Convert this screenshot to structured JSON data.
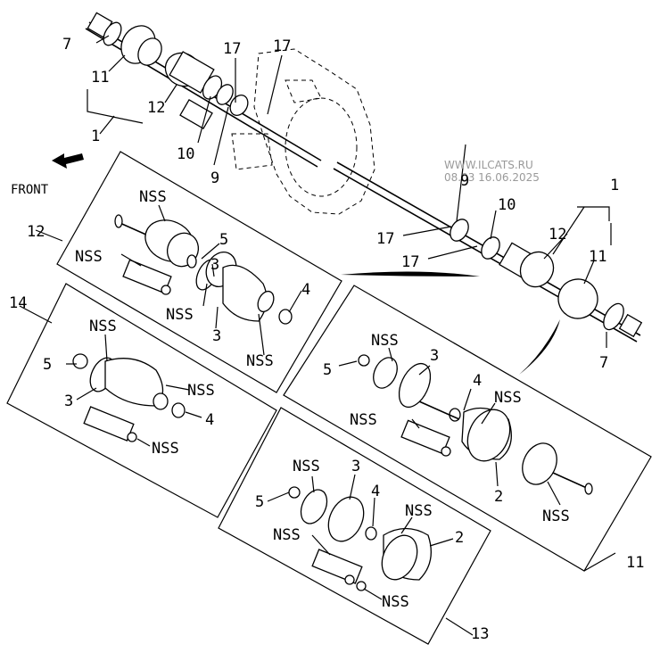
{
  "direction_label": "FRONT",
  "watermark": {
    "line1": "WWW.ILCATS.RU",
    "line2": "08.03 16.06.2025"
  },
  "callouts": {
    "left_shaft": {
      "c7": "7",
      "c11": "11",
      "c12": "12",
      "c1": "1",
      "c10": "10",
      "c9": "9",
      "c17a": "17",
      "c17b": "17"
    },
    "right_shaft": {
      "c1": "1",
      "c12": "12",
      "c11": "11",
      "c10": "10",
      "c9": "9",
      "c17a": "17",
      "c17b": "17",
      "c7": "7"
    },
    "box12": {
      "id": "12",
      "nss_a": "NSS",
      "nss_b": "NSS",
      "nss_c": "NSS",
      "nss_d": "NSS",
      "c5": "5",
      "c3a": "3",
      "c3b": "3",
      "c4": "4"
    },
    "box14": {
      "id": "14",
      "nss_a": "NSS",
      "nss_b": "NSS",
      "nss_c": "NSS",
      "c5": "5",
      "c3": "3",
      "c4": "4"
    },
    "box11": {
      "id": "11",
      "nss_a": "NSS",
      "nss_b": "NSS",
      "nss_c": "NSS",
      "nss_d": "NSS",
      "c5": "5",
      "c3": "3",
      "c4": "4",
      "c2": "2"
    },
    "box13": {
      "id": "13",
      "nss_a": "NSS",
      "nss_b": "NSS",
      "nss_c": "NSS",
      "nss_d": "NSS",
      "c5": "5",
      "c3": "3",
      "c4": "4",
      "c2": "2"
    }
  }
}
